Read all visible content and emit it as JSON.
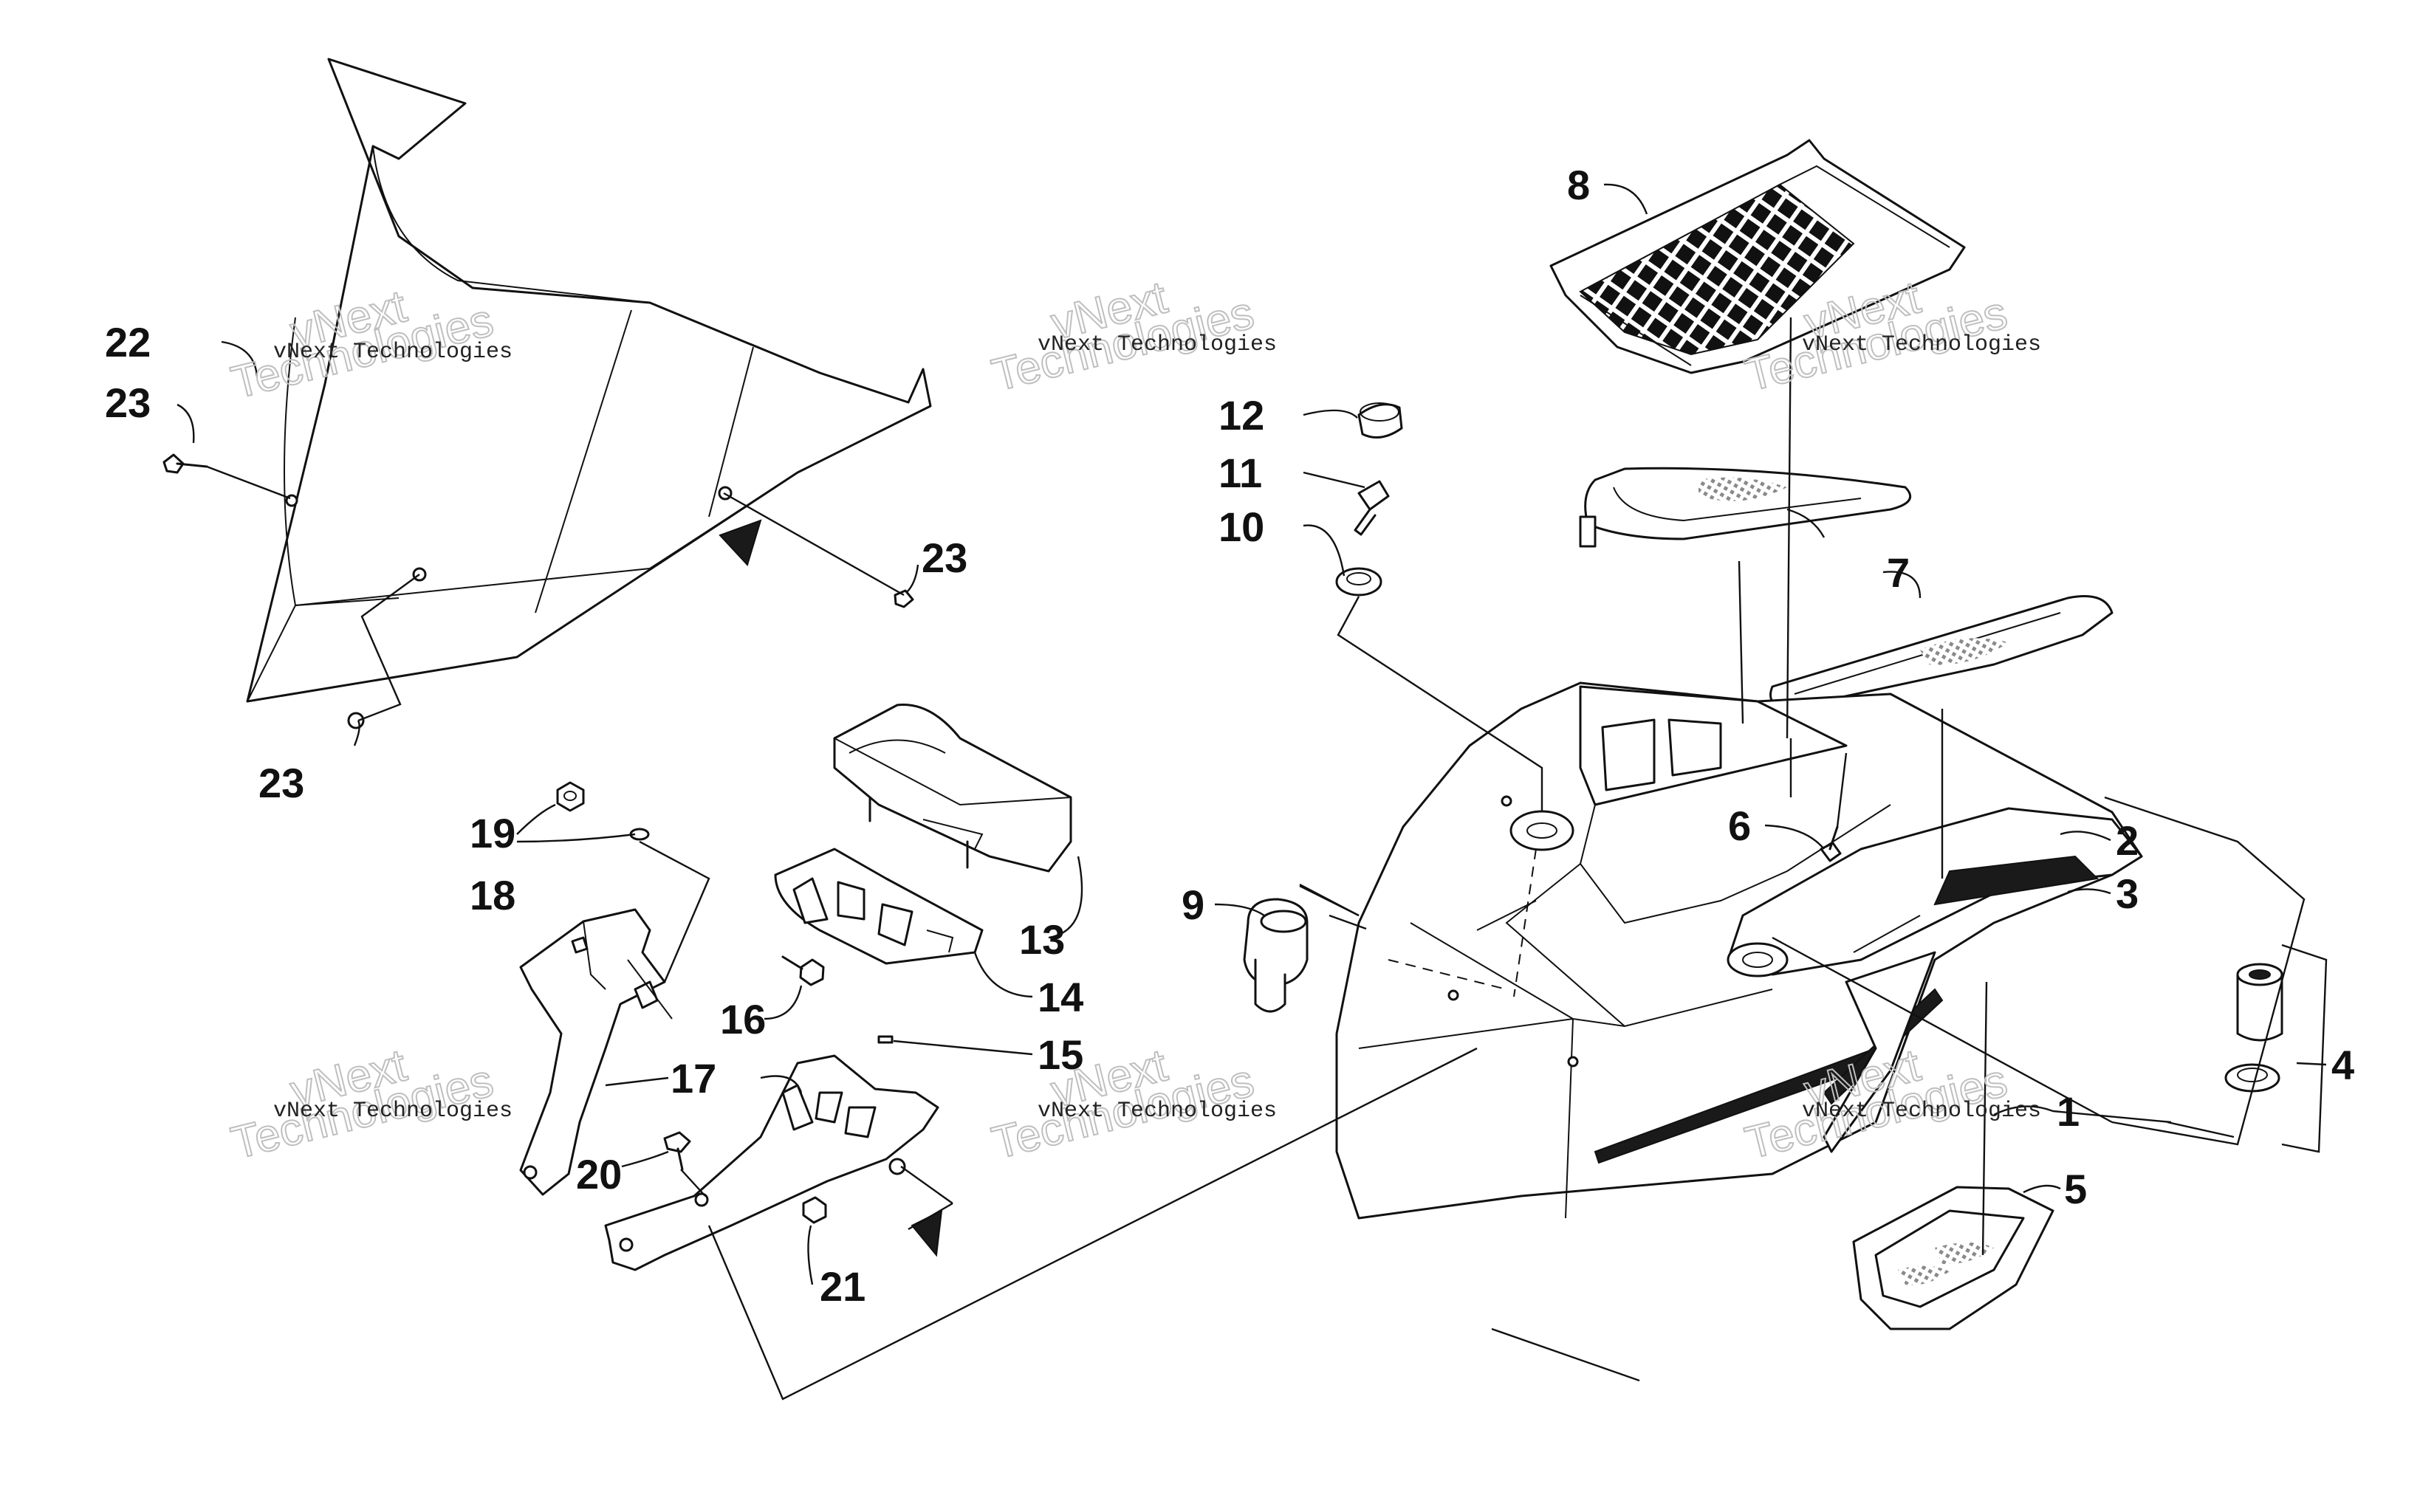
{
  "watermark": {
    "line_small": "vNext Technologies",
    "line_big_1": "vNext",
    "line_big_2": "Technologies"
  },
  "callouts": {
    "c1": "1",
    "c2": "2",
    "c3": "3",
    "c4": "4",
    "c5": "5",
    "c6": "6",
    "c7": "7",
    "c8": "8",
    "c9": "9",
    "c10": "10",
    "c11": "11",
    "c12": "12",
    "c13": "13",
    "c14": "14",
    "c15": "15",
    "c16": "16",
    "c17": "17",
    "c18": "18",
    "c19": "19",
    "c20": "20",
    "c21": "21",
    "c22": "22",
    "c23a": "23",
    "c23b": "23",
    "c23c": "23"
  }
}
